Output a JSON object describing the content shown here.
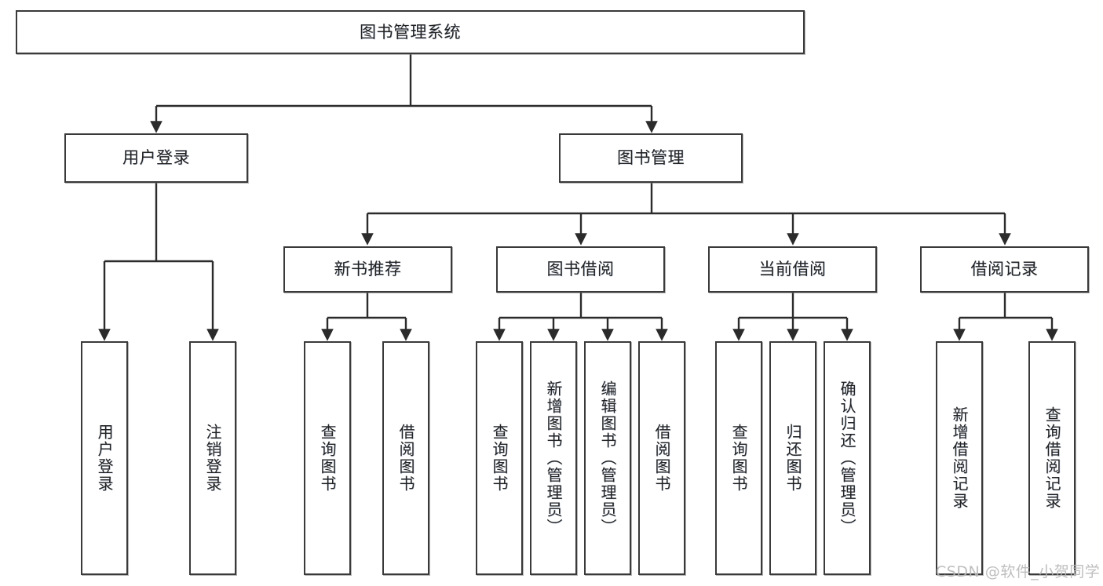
{
  "diagram": {
    "type": "tree",
    "title": "图书管理系统",
    "root": {
      "id": "root",
      "label": "图书管理系统"
    },
    "level2": [
      {
        "id": "user-login",
        "label": "用户登录"
      },
      {
        "id": "book-manage",
        "label": "图书管理"
      }
    ],
    "level3": [
      {
        "id": "new-book-rec",
        "label": "新书推荐",
        "parent": "book-manage"
      },
      {
        "id": "book-borrow",
        "label": "图书借阅",
        "parent": "book-manage"
      },
      {
        "id": "current-borrow",
        "label": "当前借阅",
        "parent": "book-manage"
      },
      {
        "id": "borrow-record",
        "label": "借阅记录",
        "parent": "book-manage"
      }
    ],
    "leaves": [
      {
        "id": "leaf-user-login",
        "label": "用户登录",
        "parent": "user-login"
      },
      {
        "id": "leaf-user-logout",
        "label": "注销登录",
        "parent": "user-login"
      },
      {
        "id": "leaf-query-book-1",
        "label": "查询图书",
        "parent": "new-book-rec"
      },
      {
        "id": "leaf-borrow-book-1",
        "label": "借阅图书",
        "parent": "new-book-rec"
      },
      {
        "id": "leaf-query-book-2",
        "label": "查询图书",
        "parent": "book-borrow"
      },
      {
        "id": "leaf-add-book",
        "label": "新增图书（管理员）",
        "parent": "book-borrow"
      },
      {
        "id": "leaf-edit-book",
        "label": "编辑图书（管理员）",
        "parent": "book-borrow"
      },
      {
        "id": "leaf-borrow-book-2",
        "label": "借阅图书",
        "parent": "book-borrow"
      },
      {
        "id": "leaf-query-book-3",
        "label": "查询图书",
        "parent": "current-borrow"
      },
      {
        "id": "leaf-return-book",
        "label": "归还图书",
        "parent": "current-borrow"
      },
      {
        "id": "leaf-confirm-return",
        "label": "确认归还（管理员）",
        "parent": "current-borrow"
      },
      {
        "id": "leaf-add-record",
        "label": "新增借阅记录",
        "parent": "borrow-record"
      },
      {
        "id": "leaf-query-record",
        "label": "查询借阅记录",
        "parent": "borrow-record"
      }
    ]
  },
  "watermark": {
    "text": "CSDN @软件_小贺同学"
  },
  "colors": {
    "border": "#3a3a3a",
    "text": "#232323",
    "background": "#ffffff",
    "watermark": "#b9b9b9"
  }
}
